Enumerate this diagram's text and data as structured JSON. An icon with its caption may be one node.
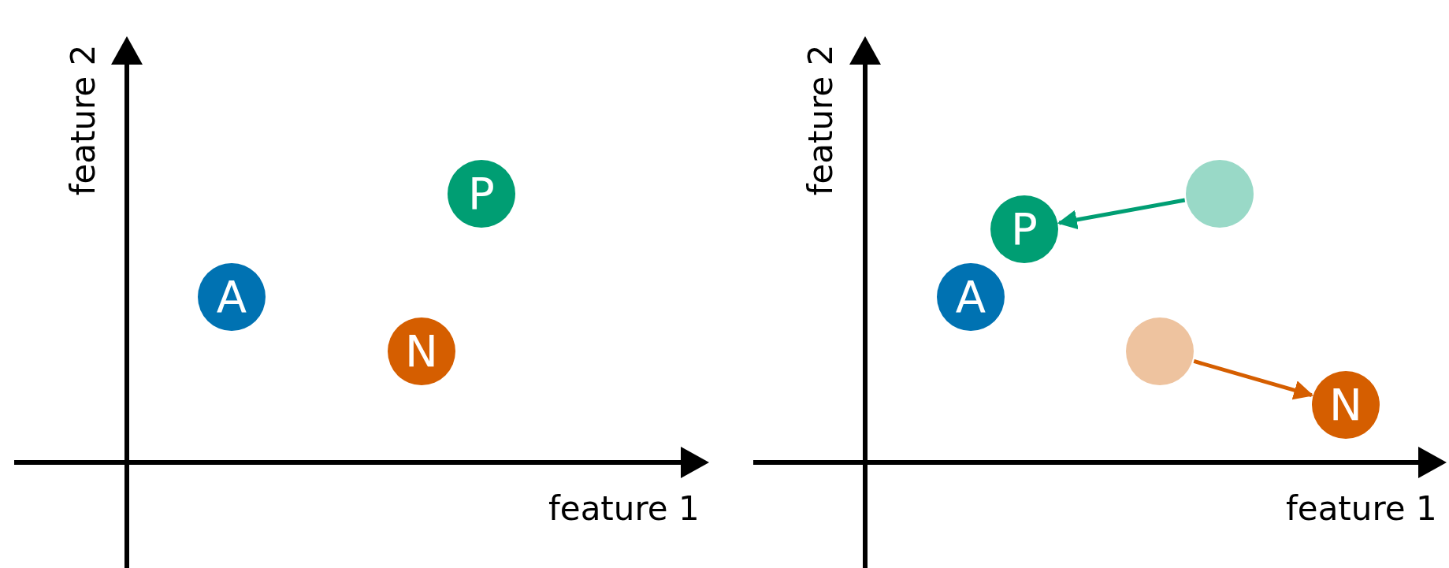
{
  "diagram": {
    "nodes": [
      {
        "text": [
          "P"
        ]
      },
      {
        "text": [
          "A"
        ]
      },
      {
        "text": [
          "N"
        ]
      },
      {
        "text": [],
        "shape": "circle"
      },
      {
        "text": [
          "P"
        ]
      },
      {
        "text": [
          "A"
        ]
      },
      {
        "text": [],
        "shape": "circle"
      },
      {
        "text": [
          "N"
        ]
      }
    ],
    "edges": [
      {
        "from": 3,
        "to": 4,
        "arrow": "to",
        "color": "#009e73"
      },
      {
        "from": 6,
        "to": 7,
        "arrow": "to",
        "color": "#d55e00"
      }
    ],
    "labels": [
      "feature 2",
      "feature 1",
      "feature 2",
      "feature 1"
    ]
  }
}
